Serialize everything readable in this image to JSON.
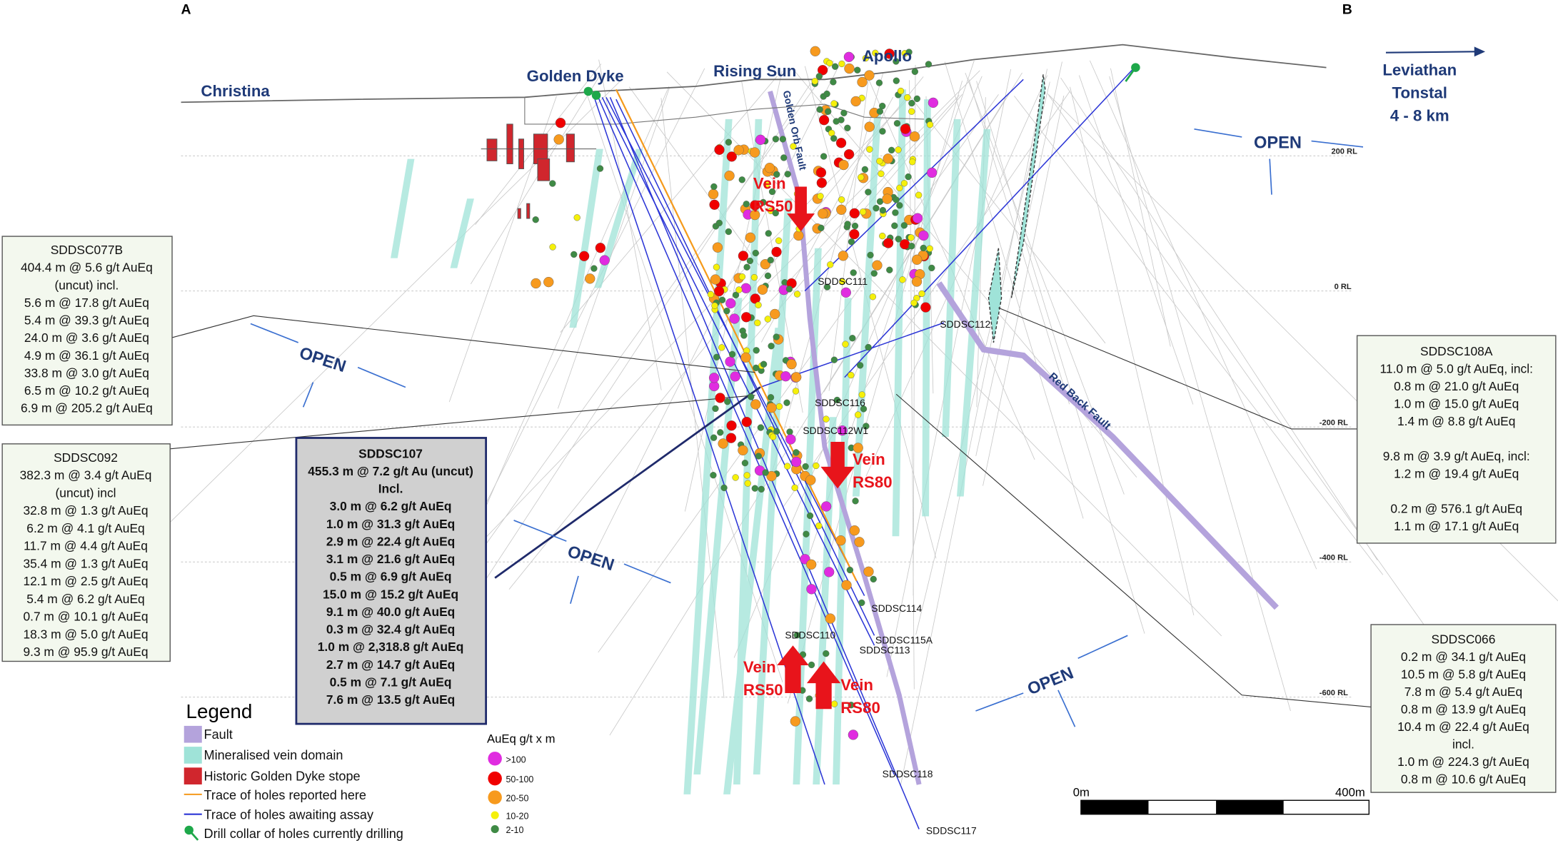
{
  "section_labels": {
    "a": "A",
    "b": "B"
  },
  "places": {
    "christina": "Christina",
    "golden_dyke": "Golden Dyke",
    "rising_sun": "Rising Sun",
    "apollo": "Apollo"
  },
  "leviathan": {
    "line1": "Leviathan",
    "line2": "Tonstal",
    "line3": "4 - 8 km"
  },
  "rl_levels": [
    "200 RL",
    "0 RL",
    "-200 RL",
    "-400 RL",
    "-600 RL"
  ],
  "faults": {
    "golden_orb": "Golden Orb Fault",
    "red_back": "Red Back Fault"
  },
  "veins": {
    "vein": "Vein",
    "rs50": "RS50",
    "rs80": "RS80"
  },
  "open_label": "OPEN",
  "holes": {
    "sddsc111": "SDDSC111",
    "sddsc112": "SDDSC112",
    "sddsc116": "SDDSC116",
    "sddsc112w1": "SDDSC112W1",
    "sddsc114": "SDDSC114",
    "sddsc115a": "SDDSC115A",
    "sddsc113": "SDDSC113",
    "sddsc110": "SDDSC110",
    "sddsc118": "SDDSC118",
    "sddsc117": "SDDSC117"
  },
  "boxes": {
    "sddsc077b": [
      "SDDSC077B",
      "404.4 m @ 5.6 g/t AuEq",
      "(uncut) incl.",
      "5.6 m @ 17.8 g/t AuEq",
      "5.4 m @ 39.3 g/t AuEq",
      "24.0 m @ 3.6 g/t AuEq",
      "4.9 m @ 36.1 g/t AuEq",
      "33.8 m @ 3.0 g/t AuEq",
      "6.5 m @ 10.2 g/t AuEq",
      "6.9 m @ 205.2 g/t AuEq"
    ],
    "sddsc092": [
      "SDDSC092",
      "382.3 m @ 3.4 g/t AuEq",
      "(uncut) incl",
      "32.8 m @ 1.3 g/t AuEq",
      "6.2 m @ 4.1 g/t AuEq",
      "11.7 m @ 4.4 g/t AuEq",
      "35.4 m @ 1.3 g/t AuEq",
      "12.1 m @ 2.5 g/t AuEq",
      "5.4 m @ 6.2 g/t AuEq",
      "0.7 m @ 10.1 g/t AuEq",
      "18.3 m @ 5.0 g/t AuEq",
      "9.3 m @ 95.9 g/t AuEq"
    ],
    "sddsc107": [
      "SDDSC107",
      "455.3 m @ 7.2 g/t Au (uncut)",
      "Incl.",
      "3.0 m @ 6.2 g/t AuEq",
      "1.0 m @ 31.3 g/t AuEq",
      "2.9 m @ 22.4 g/t AuEq",
      "3.1 m @ 21.6 g/t AuEq",
      "0.5 m @ 6.9 g/t AuEq",
      "15.0 m @ 15.2 g/t AuEq",
      "9.1 m @ 40.0 g/t AuEq",
      "0.3 m @ 32.4 g/t AuEq",
      "1.0 m @ 2,318.8 g/t AuEq",
      "2.7 m @ 14.7 g/t AuEq",
      "0.5 m @ 7.1 g/t AuEq",
      "7.6 m @ 13.5 g/t AuEq"
    ],
    "sddsc108a": [
      "SDDSC108A",
      "11.0 m @ 5.0 g/t AuEq, incl:",
      "0.8 m @ 21.0 g/t AuEq",
      "1.0 m @ 15.0 g/t AuEq",
      "1.4 m @ 8.8 g/t AuEq",
      "",
      "9.8 m @ 3.9 g/t AuEq, incl:",
      "1.2 m @ 19.4 g/t AuEq",
      "",
      "0.2 m @ 576.1 g/t AuEq",
      "1.1 m @ 17.1 g/t AuEq"
    ],
    "sddsc066": [
      "SDDSC066",
      "0.2 m @ 34.1 g/t AuEq",
      "10.5 m @ 5.8 g/t AuEq",
      "7.8 m @ 5.4 g/t AuEq",
      "0.8 m @ 13.9 g/t AuEq",
      "10.4 m @ 22.4 g/t AuEq",
      "incl.",
      "1.0 m @ 224.3 g/t AuEq",
      "0.8 m @ 10.6 g/t AuEq"
    ]
  },
  "legend": {
    "title": "Legend",
    "items": [
      "Fault",
      "Mineralised vein domain",
      "Historic Golden Dyke stope",
      "Trace of holes reported here",
      "Trace of holes awaiting assay",
      "Drill collar of holes currently drilling"
    ],
    "colors": {
      "fault": "#b4a3dc",
      "vein": "#9fe3d8",
      "stope": "#d0262d",
      "reported": "#f59a1b",
      "awaiting": "#2b35d6",
      "collar": "#1ea84a"
    }
  },
  "grade_legend": {
    "title": "AuEq g/t x m",
    "classes": [
      {
        "label": ">100",
        "color": "#e02ce0"
      },
      {
        "label": "50-100",
        "color": "#f00000"
      },
      {
        "label": "20-50",
        "color": "#f79a1e"
      },
      {
        "label": "10-20",
        "color": "#f5f00a"
      },
      {
        "label": "2-10",
        "color": "#3f8a45"
      }
    ]
  },
  "scale_bar": {
    "start": "0m",
    "end": "400m"
  }
}
